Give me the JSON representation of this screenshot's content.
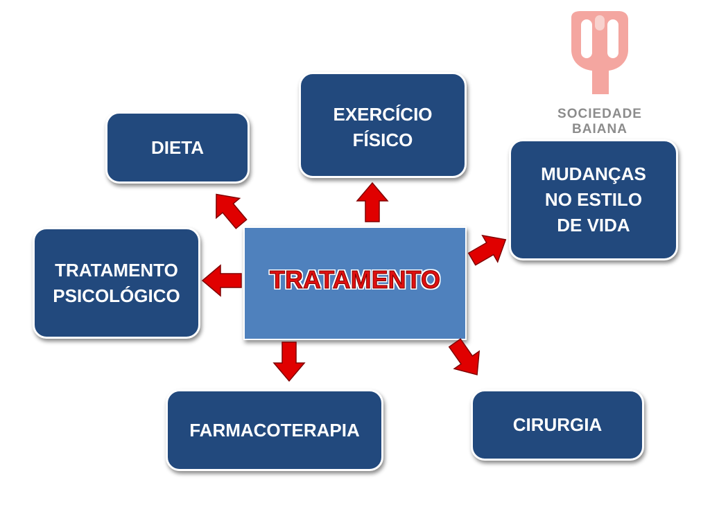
{
  "center": {
    "label": "TRATAMENTO"
  },
  "nodes": {
    "dieta": "DIETA",
    "exercicio": "EXERCÍCIO\nFÍSICO",
    "mudancas": "MUDANÇAS\nNO ESTILO\nDE VIDA",
    "psicologico": "TRATAMENTO\nPSICOLÓGICO",
    "farmacoterapia": "FARMACOTERAPIA",
    "cirurgia": "CIRURGIA"
  },
  "logo": {
    "text": "SOCIEDADE\nBAIANA"
  },
  "colors": {
    "node_fill": "#22497d",
    "center_fill": "#4f81bd",
    "arrow_fill": "#e00000",
    "title_red": "#e01010",
    "logo_pink": "#f4a6a0",
    "logo_gray": "#8c8c8c"
  }
}
